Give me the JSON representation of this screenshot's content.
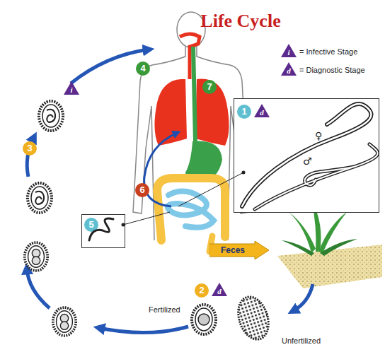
{
  "diagram": {
    "title": "Life Cycle",
    "nodes": [
      {
        "text": [
          "1",
          "d",
          "♀",
          "♂"
        ]
      },
      {
        "text": [
          "5"
        ]
      },
      {
        "text": [
          "Feces"
        ]
      }
    ],
    "labels": [
      "i",
      "d",
      "4",
      "7",
      "i",
      "3",
      "6",
      "2",
      "d",
      "Fertilized",
      "Unfertilized"
    ],
    "legend": [
      {
        "text": "= Infective Stage"
      },
      {
        "text": "= Diagnostic Stage"
      }
    ]
  }
}
